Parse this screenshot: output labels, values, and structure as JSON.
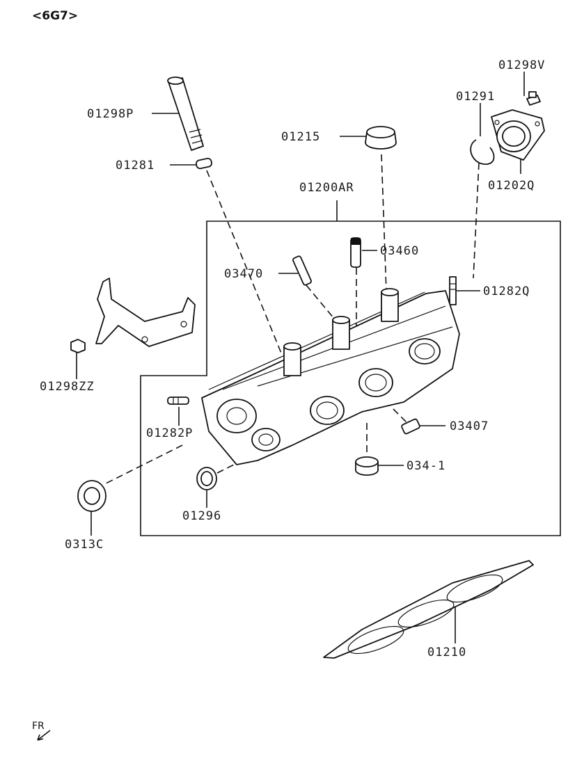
{
  "header": {
    "engine_code": "<6G7>"
  },
  "direction": {
    "label": "FR"
  },
  "parts": [
    {
      "id": "p0",
      "code": "01298V"
    },
    {
      "id": "p1",
      "code": "01291"
    },
    {
      "id": "p2",
      "code": "01298P"
    },
    {
      "id": "p3",
      "code": "01215"
    },
    {
      "id": "p4",
      "code": "01281"
    },
    {
      "id": "p5",
      "code": "01202Q"
    },
    {
      "id": "p6",
      "code": "01200AR"
    },
    {
      "id": "p7",
      "code": "03460"
    },
    {
      "id": "p8",
      "code": "03470"
    },
    {
      "id": "p9",
      "code": "01282Q"
    },
    {
      "id": "p10",
      "code": "01298ZZ"
    },
    {
      "id": "p11",
      "code": "01282P"
    },
    {
      "id": "p12",
      "code": "03407"
    },
    {
      "id": "p13",
      "code": "034-1"
    },
    {
      "id": "p14",
      "code": "01296"
    },
    {
      "id": "p15",
      "code": "0313C"
    },
    {
      "id": "p16",
      "code": "01210"
    }
  ]
}
